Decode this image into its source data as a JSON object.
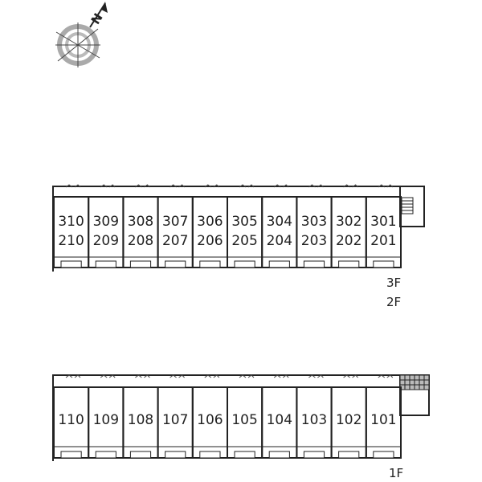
{
  "compass": {
    "icon": "compass-rose-icon",
    "north_letter": "N"
  },
  "upper_block": {
    "units_top": [
      "310",
      "309",
      "308",
      "307",
      "306",
      "305",
      "304",
      "303",
      "302",
      "301"
    ],
    "units_bottom": [
      "210",
      "209",
      "208",
      "207",
      "206",
      "205",
      "204",
      "203",
      "202",
      "201"
    ],
    "floor_labels": [
      "3F",
      "2F"
    ]
  },
  "lower_block": {
    "units": [
      "110",
      "109",
      "108",
      "107",
      "106",
      "105",
      "104",
      "103",
      "102",
      "101"
    ],
    "floor_labels": [
      "1F"
    ]
  }
}
